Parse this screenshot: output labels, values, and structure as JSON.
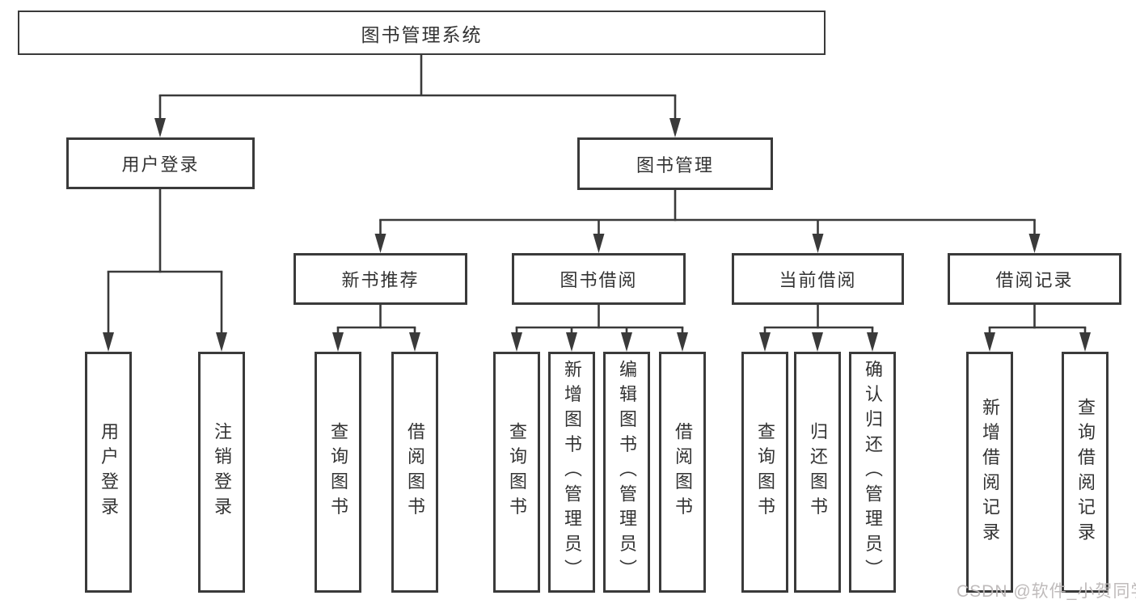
{
  "tree": {
    "root": {
      "label": "图书管理系统"
    },
    "branches": [
      {
        "label": "用户登录",
        "children": [
          {
            "label": "用户登录"
          },
          {
            "label": "注销登录"
          }
        ]
      },
      {
        "label": "图书管理",
        "children": [
          {
            "label": "新书推荐",
            "children": [
              {
                "label": "查询图书"
              },
              {
                "label": "借阅图书"
              }
            ]
          },
          {
            "label": "图书借阅",
            "children": [
              {
                "label": "查询图书"
              },
              {
                "label": "新增图书（管理员）"
              },
              {
                "label": "编辑图书（管理员）"
              },
              {
                "label": "借阅图书"
              }
            ]
          },
          {
            "label": "当前借阅",
            "children": [
              {
                "label": "查询图书"
              },
              {
                "label": "归还图书"
              },
              {
                "label": "确认归还（管理员）"
              }
            ]
          },
          {
            "label": "借阅记录",
            "children": [
              {
                "label": "新增借阅记录"
              },
              {
                "label": "查询借阅记录"
              }
            ]
          }
        ]
      }
    ]
  },
  "watermark": {
    "text": "CSDN @软件_小贺同学"
  },
  "colors": {
    "line": "#3a3a3a",
    "text": "#333333",
    "box_fill": "#ffffff",
    "background": "#ffffff",
    "watermark": "#bcb7b7"
  }
}
